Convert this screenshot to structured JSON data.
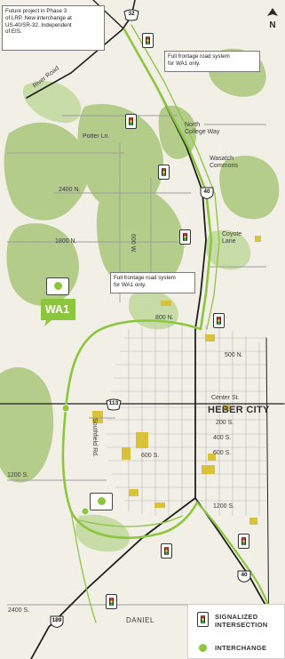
{
  "map": {
    "town_label": "HEBER CITY",
    "colors": {
      "background": "#f2efe6",
      "vegetation": "#a9c77a",
      "wetland": "#c3d9a0",
      "road_main": "#1f1f1f",
      "road_minor": "#9d9d9d",
      "proposed_alignment": "#8cc63f",
      "development": "#d9c23a",
      "label": "#3b3b3b"
    },
    "street_labels": {
      "river_road": "River Road",
      "potter_ln": "Potter Ln.",
      "n2400": "2400 N.",
      "n1800": "1800 N.",
      "w600": "600 W.",
      "north_college_way": "North\nCollege Way",
      "wasatch_commons": "Wasatch\nCommons",
      "coyote_lane": "Coyote\nLane",
      "n800": "800 N.",
      "n500": "500 N.",
      "center_st": "Center St.",
      "s200": "200 S.",
      "s400": "400 S.",
      "s600_east": "600 S.",
      "s600_west": "600 S.",
      "southfield_rd": "Southfield Rd.",
      "s1200_west": "1200 S.",
      "s1200_east": "1200 S.",
      "s2400": "2400 S.",
      "daniel": "DANIEL"
    },
    "callouts": {
      "future_project": "Future project in Phase 3\nof LRP. New interchange at\nUS-40/SR-32. Independent\nof EIS.",
      "frontage_top": "Full frontage road system\nfor WA1 only.",
      "frontage_mid": "Full frontage road system\nfor WA1 only."
    },
    "route_shields": {
      "sr32": "32",
      "us40_north": "40",
      "sr113": "113",
      "us40_south": "40",
      "us189": "189"
    },
    "alternative_label": "WA1",
    "north_arrow": "N",
    "legend": {
      "signalized_line1": "SIGNALIZED",
      "signalized_line2": "INTERSECTION",
      "interchange": "INTERCHANGE"
    },
    "icons": {
      "signal": "traffic-signal-icon",
      "interchange": "interchange-dot-icon",
      "north": "north-arrow-icon"
    }
  }
}
